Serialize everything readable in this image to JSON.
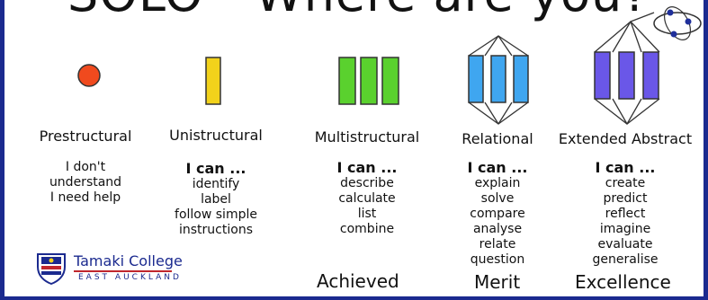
{
  "title": "SOLO - Where are you?",
  "levels": [
    {
      "name": "Prestructural",
      "ican": "",
      "lines": [
        "I don't",
        "understand",
        "I need help"
      ]
    },
    {
      "name": "Unistructural",
      "ican": "I can ...",
      "lines": [
        "identify",
        "label",
        "follow simple",
        "instructions"
      ]
    },
    {
      "name": "Multistructural",
      "ican": "I can ...",
      "lines": [
        "describe",
        "calculate",
        "list",
        "combine"
      ]
    },
    {
      "name": "Relational",
      "ican": "I can ...",
      "lines": [
        "explain",
        "solve",
        "compare",
        "analyse",
        "relate",
        "question"
      ]
    },
    {
      "name": "Extended Abstract",
      "ican": "I can ...",
      "lines": [
        "create",
        "predict",
        "reflect",
        "imagine",
        "evaluate",
        "generalise"
      ]
    }
  ],
  "grades": {
    "achieved": "Achieved",
    "merit": "Merit",
    "excellence": "Excellence"
  },
  "logo": {
    "name": "Tamaki College",
    "sub": "EAST AUCKLAND"
  },
  "colors": {
    "border": "#1b2a8f",
    "dot": "#f04a1e",
    "uni": "#f2d21b",
    "multi": "#5ad12e",
    "relational": "#3fa6f0",
    "extended": "#6a57e8"
  }
}
